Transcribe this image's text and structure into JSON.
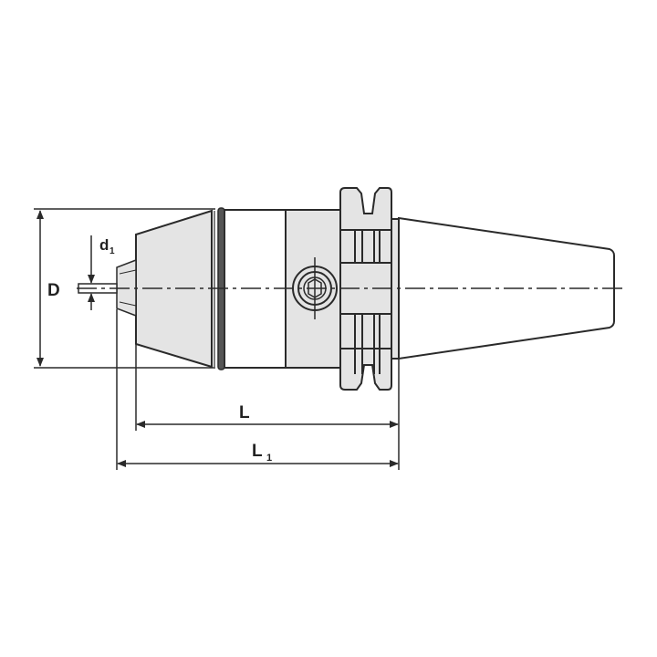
{
  "labels": {
    "D": "D",
    "d1_main": "d",
    "d1_sub": "1",
    "L": "L",
    "L1_main": "L",
    "L1_sub": "1"
  },
  "colors": {
    "line": "#2a2a2a",
    "fill": "#e4e4e4",
    "ring": "#555555"
  }
}
